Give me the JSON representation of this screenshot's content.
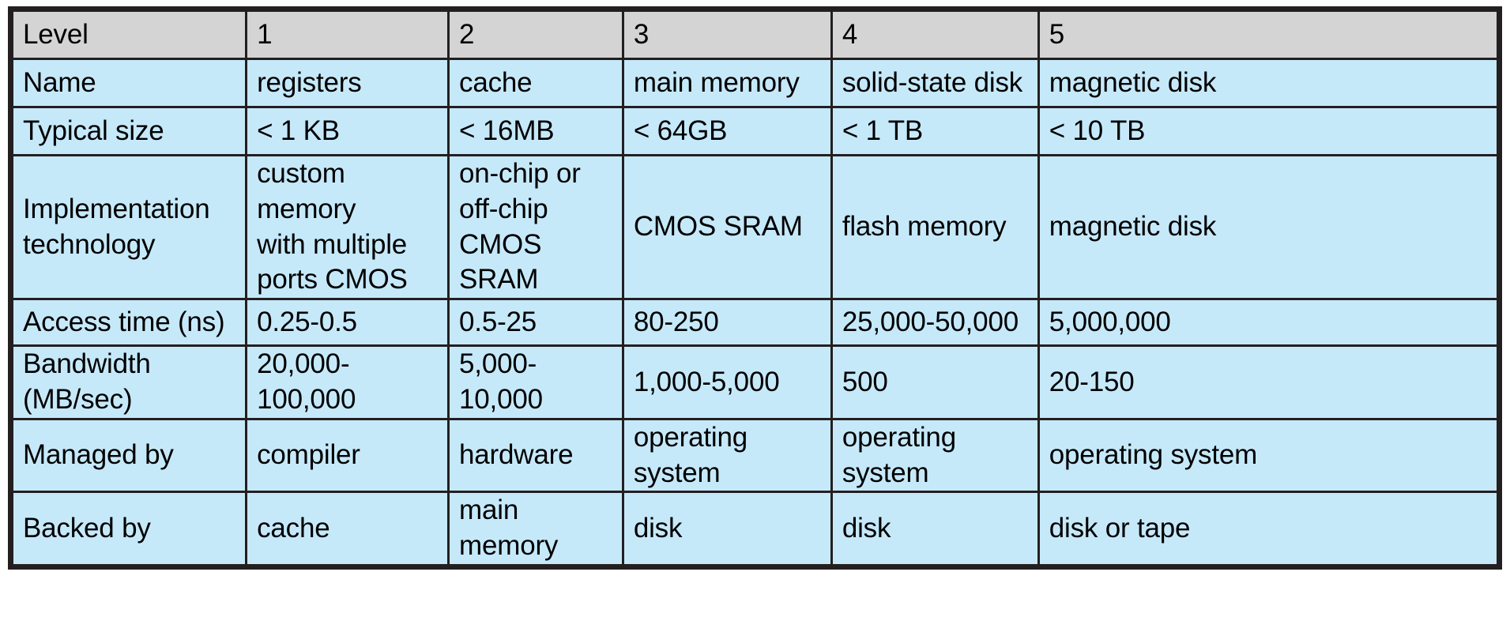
{
  "figure": {
    "type": "table",
    "subject": "storage-device-hierarchy",
    "header_fill": "#d4d4d4",
    "body_fill": "#c6e9fa",
    "border_color": "#231f20",
    "text_color": "#000000"
  },
  "table": {
    "header": [
      "Level",
      "1",
      "2",
      "3",
      "4",
      "5"
    ],
    "rows": [
      {
        "label": "Name",
        "cells": [
          "registers",
          "cache",
          "main memory",
          "solid-state disk",
          "magnetic disk"
        ]
      },
      {
        "label": "Typical size",
        "cells": [
          "< 1 KB",
          "< 16MB",
          "< 64GB",
          "< 1 TB",
          "< 10 TB"
        ]
      },
      {
        "label": "Implementation\ntechnology",
        "cells": [
          " custom memory\n with multiple\nports CMOS",
          "on-chip or\noff-chip\nCMOS SRAM",
          "CMOS SRAM",
          "flash memory",
          "magnetic disk"
        ]
      },
      {
        "label": "Access time (ns)",
        "cells": [
          "0.25-0.5",
          "0.5-25",
          "80-250",
          "25,000-50,000",
          "5,000,000"
        ]
      },
      {
        "label": "Bandwidth (MB/sec)",
        "cells": [
          "20,000-100,000",
          "5,000-10,000",
          "1,000-5,000",
          "500",
          "20-150"
        ]
      },
      {
        "label": "Managed by",
        "cells": [
          "compiler",
          "hardware",
          "operating system",
          "operating system",
          "operating system"
        ]
      },
      {
        "label": "Backed by",
        "cells": [
          "cache",
          "main memory",
          "disk",
          "disk",
          "disk or tape"
        ]
      }
    ]
  }
}
